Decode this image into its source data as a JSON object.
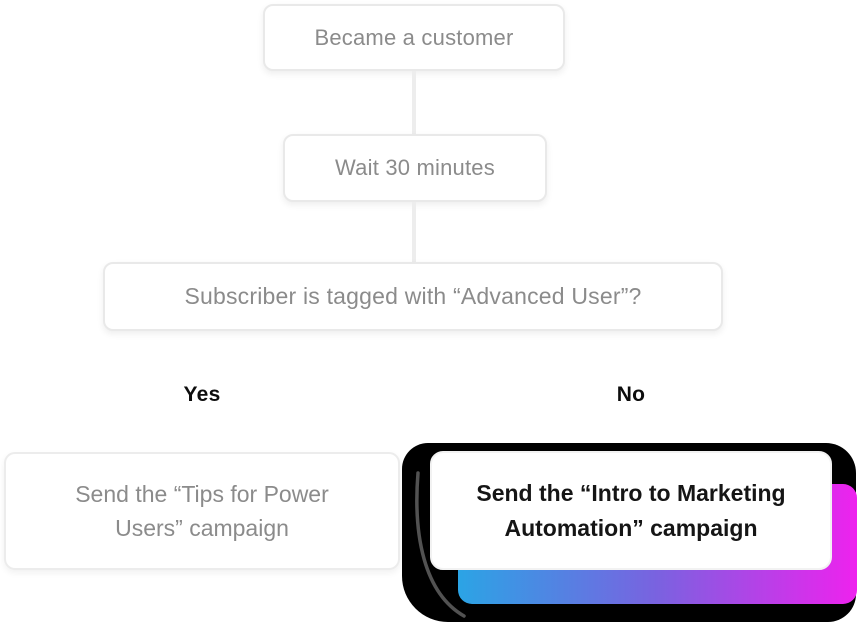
{
  "flow": {
    "nodes": [
      {
        "label": "Became a customer"
      },
      {
        "label": "Wait 30 minutes"
      },
      {
        "label": "Subscriber is tagged with “Advanced User”?"
      }
    ],
    "branch_labels": {
      "yes": "Yes",
      "no": "No"
    },
    "cards": {
      "yes": {
        "label": "Send the “Tips for Power Users” campaign",
        "highlighted": false
      },
      "no": {
        "label": "Send the “Intro to Marketing Automation” campaign",
        "highlighted": true
      }
    },
    "colors": {
      "muted_text": "#8b8b8b",
      "dark_text": "#151515",
      "branch_label_text": "#0d0d0d",
      "connector": "#ededed",
      "node_border": "#e9e9e9",
      "highlight_shadow": "#000000",
      "gradient_start": "#2ba4e5",
      "gradient_mid": "#7a62e0",
      "gradient_end": "#ee22ee"
    }
  }
}
